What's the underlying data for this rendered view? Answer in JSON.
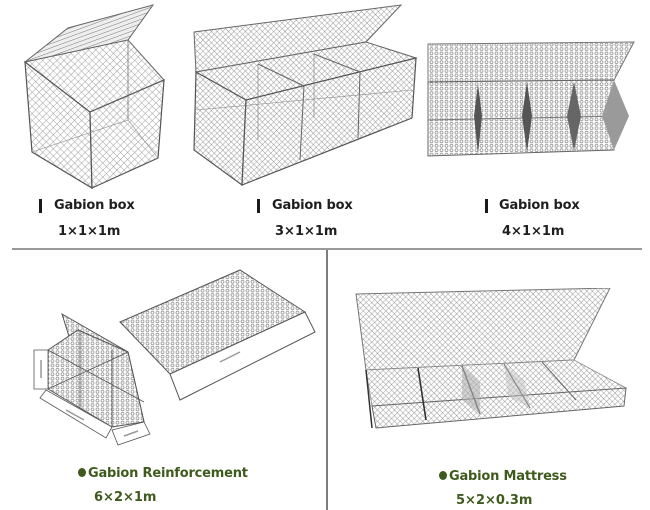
{
  "products": [
    {
      "name": "Gabion box",
      "size": "1×1×1m",
      "style": "bar",
      "illustration": "gabion-box-1-cell"
    },
    {
      "name": "Gabion box",
      "size": "3×1×1m",
      "style": "bar",
      "illustration": "gabion-box-3-cell"
    },
    {
      "name": "Gabion box",
      "size": "4×1×1m",
      "style": "bar",
      "illustration": "gabion-box-4-cell"
    },
    {
      "name": "Gabion Reinforcement",
      "size": "6×2×1m",
      "style": "dot",
      "illustration": "gabion-reinforcement-terramesh"
    },
    {
      "name": "Gabion Mattress",
      "size": "5×2×0.3m",
      "style": "dot",
      "illustration": "gabion-mattress-5-cell"
    }
  ],
  "colors": {
    "caption_dark": "#1f1f1f",
    "caption_green": "#3e5a1c",
    "wire_mesh": "#6e6e6e",
    "divider": "#9a9a9a"
  }
}
